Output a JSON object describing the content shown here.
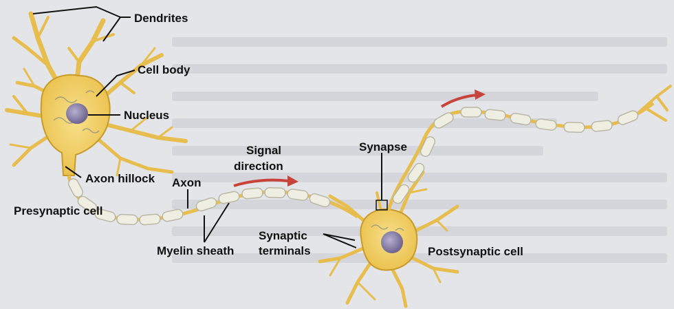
{
  "labels": {
    "dendrites": "Dendrites",
    "cell_body": "Cell body",
    "nucleus": "Nucleus",
    "axon_hillock": "Axon hillock",
    "axon": "Axon",
    "signal_line1": "Signal",
    "signal_line2": "direction",
    "presynaptic_cell": "Presynaptic cell",
    "myelin_sheath": "Myelin sheath",
    "synaptic_line1": "Synaptic",
    "synaptic_line2": "terminals",
    "synapse": "Synapse",
    "postsynaptic_cell": "Postsynaptic cell"
  },
  "colors": {
    "cell_fill": "#f2cf60",
    "cell_stroke": "#c79a2a",
    "nucleus": "#8a80a8",
    "myelin": "#efeee2",
    "arrow": "#c8443a",
    "background": "#e4e5e9"
  }
}
